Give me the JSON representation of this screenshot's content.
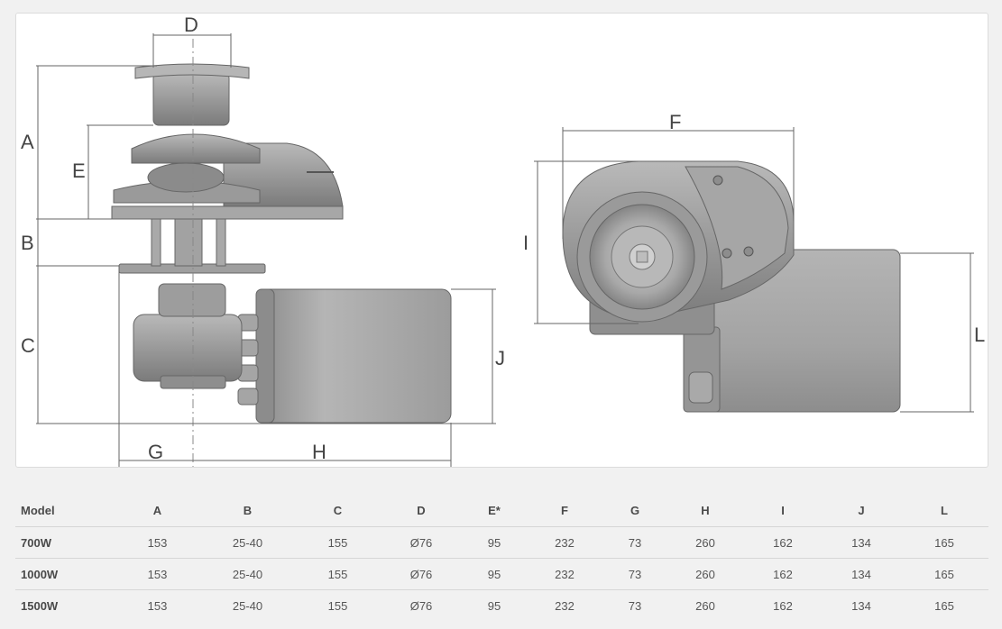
{
  "diagram": {
    "labels": {
      "A": "A",
      "B": "B",
      "C": "C",
      "D": "D",
      "E": "E",
      "F": "F",
      "G": "G",
      "H": "H",
      "I": "I",
      "J": "J",
      "L": "L"
    }
  },
  "table": {
    "headers": [
      "Model",
      "A",
      "B",
      "C",
      "D",
      "E*",
      "F",
      "G",
      "H",
      "I",
      "J",
      "L"
    ],
    "rows": [
      [
        "700W",
        "153",
        "25-40",
        "155",
        "Ø76",
        "95",
        "232",
        "73",
        "260",
        "162",
        "134",
        "165"
      ],
      [
        "1000W",
        "153",
        "25-40",
        "155",
        "Ø76",
        "95",
        "232",
        "73",
        "260",
        "162",
        "134",
        "165"
      ],
      [
        "1500W",
        "153",
        "25-40",
        "155",
        "Ø76",
        "95",
        "232",
        "73",
        "260",
        "162",
        "134",
        "165"
      ]
    ]
  }
}
